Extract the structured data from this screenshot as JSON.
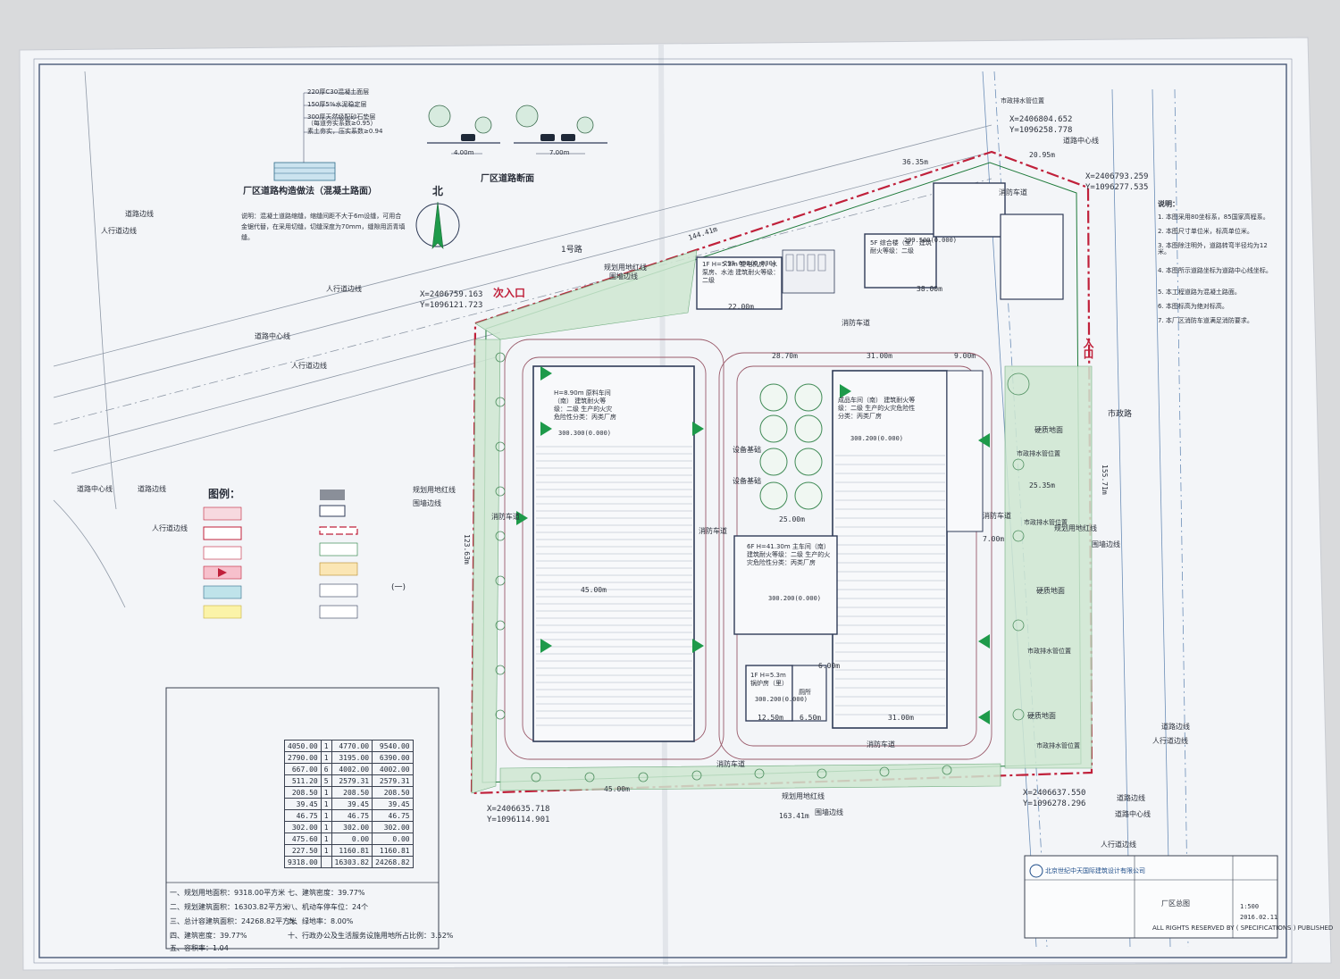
{
  "colors": {
    "paper": "#f4f6f9",
    "line": "#2f6b8a",
    "red": "#c0203a",
    "green": "#1e7a3a",
    "blue": "#1f4e8a"
  },
  "section_title": "厂区道路构造做法（混凝土路面）",
  "section_layers": [
    "220厚C30混凝土面层",
    "150厚5%水泥稳定层",
    "300厚天然级配砂石垫层（每道夯实系数≥0.95）",
    "素土夯实，压实系数≥0.94"
  ],
  "section_note": "说明：混凝土道路缩缝，缩缝间距不大于6m设缝，可用合金锯代替，在采用切缝，切缝深度为70mm，缝隙用沥青填缝。",
  "road_section_title": "厂区道路断面",
  "road_widths": [
    "4.00m",
    "7.00m"
  ],
  "north_label": "北",
  "legend_title": "图例：",
  "labels": {
    "sub_entrance": "次入口",
    "main_entrance": "入口",
    "road1": "1号路",
    "city_road": "市政路",
    "fire_lane": "消防车道",
    "redline": "规划用地红线",
    "fence": "围墙边线",
    "sidewalk": "人行道边线",
    "road_center": "道路中心线",
    "road_edge": "道路边线",
    "hard_ground": "硬质地面",
    "water_pos": "市政排水管位置",
    "equip_base": "设备基础",
    "gate_mark": "(一)"
  },
  "dims": [
    "144.41m",
    "163.41m",
    "155.71m",
    "123.63m",
    "45.00m",
    "45.00m",
    "25.00m",
    "25.35m",
    "22.00m",
    "28.70m",
    "31.00m",
    "31.00m",
    "38.00m",
    "12.50m",
    "6.50m",
    "6.00m",
    "9.00m",
    "4.00m",
    "36.35m",
    "20.95m",
    "7.00m",
    "7.00m"
  ],
  "coords": [
    {
      "text": "X=2406759.163\nY=1096121.723"
    },
    {
      "text": "X=2406804.652\nY=1096258.778"
    },
    {
      "text": "X=2406793.259\nY=1096277.535"
    },
    {
      "text": "X=2406635.718\nY=1096114.901"
    },
    {
      "text": "X=2406637.550\nY=1096278.296"
    }
  ],
  "buildings": [
    {
      "name": "1F H=5.3m 变电机房、水泵房、水池 建筑耐火等级：二级",
      "elev": "299.600(0.000)"
    },
    {
      "name": "5F 综合楼（里） 建筑耐火等级：二级",
      "elev": "299.500(0.000)"
    },
    {
      "name": "H=8.90m 原料车间（南） 建筑耐火等级：二级 生产的火灾危险性分类：丙类厂房",
      "elev": "300.300(0.000)"
    },
    {
      "name": "成品车间（南） 建筑耐火等级：二级 生产的火灾危险性分类：丙类厂房",
      "elev": "300.200(0.000)"
    },
    {
      "name": "6F H=41.30m 主车间（南） 建筑耐火等级：二级 生产的火灾危险性分类：丙类厂房",
      "elev": "300.200(0.000)"
    },
    {
      "name": "1F H=5.3m 锅炉房（里）",
      "elev": "300.200(0.000)"
    },
    {
      "name": "厕所",
      "elev": ""
    }
  ],
  "notes_title": "说明：",
  "notes": [
    "1. 本图采用80坐标系，85国家高程系。",
    "2. 本图尺寸单位米，标高单位米。",
    "3. 本图除注明外，道路转弯半径均为12米。",
    "4. 本图所示道路坐标为道路中心线坐标。",
    "5. 本工程道路为混凝土路面。",
    "6. 本图标高为绝对标高。",
    "7. 本厂区消防车道满足消防要求。"
  ],
  "stats_table": [
    [
      "4050.00",
      "1",
      "4770.00",
      "9540.00"
    ],
    [
      "2790.00",
      "1",
      "3195.00",
      "6390.00"
    ],
    [
      "667.00",
      "6",
      "4002.00",
      "4002.00"
    ],
    [
      "511.20",
      "5",
      "2579.31",
      "2579.31"
    ],
    [
      "208.50",
      "1",
      "208.50",
      "208.50"
    ],
    [
      "39.45",
      "1",
      "39.45",
      "39.45"
    ],
    [
      "46.75",
      "1",
      "46.75",
      "46.75"
    ],
    [
      "302.00",
      "1",
      "302.00",
      "302.00"
    ],
    [
      "475.60",
      "1",
      "0.00",
      "0.00"
    ],
    [
      "227.50",
      "1",
      "1160.81",
      "1160.81"
    ],
    [
      "9318.00",
      "",
      "16303.82",
      "24268.82"
    ]
  ],
  "summary": [
    "一、规划用地面积：9318.00平方米",
    "二、规划建筑面积：16303.82平方米",
    "三、总计容建筑面积：24268.82平方米",
    "四、建筑密度：39.77%",
    "五、容积率：1.04",
    "七、建筑密度：39.77%",
    "八、机动车停车位：24个",
    "九、绿地率：8.00%",
    "十、行政办公及生活服务设施用地所占比例：3.52%"
  ],
  "title_block": {
    "company": "北京世纪中天国际建筑设计有限公司",
    "drawing": "厂区总图",
    "scale": "1:500",
    "date": "2016.02.11",
    "footer": "ALL RIGHTS RESERVED BY ( SPECIFICATIONS ) PUBLISHED"
  }
}
